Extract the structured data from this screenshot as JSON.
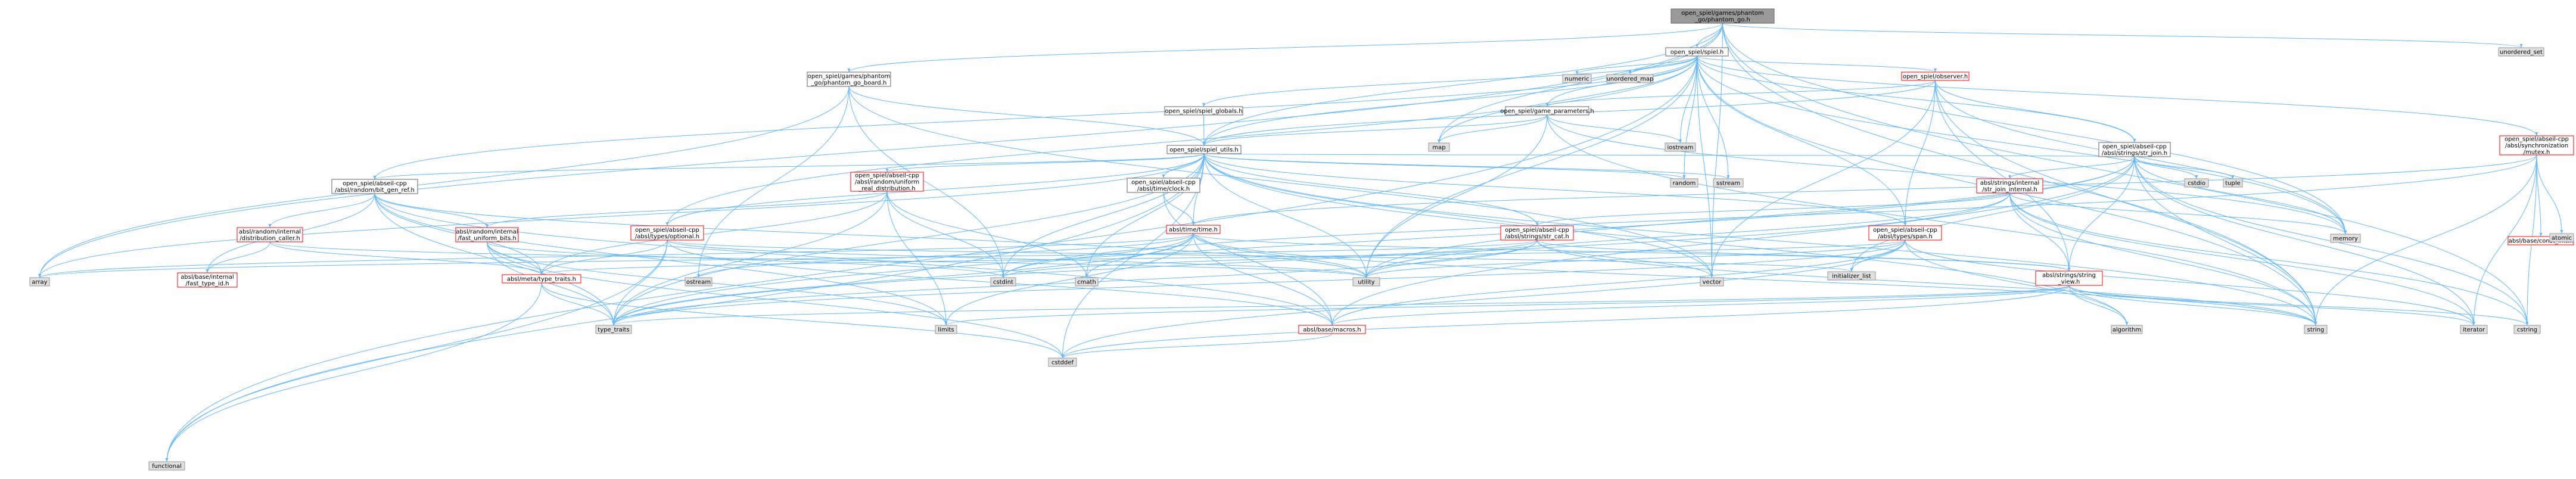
{
  "colors": {
    "root_fill": "#999999",
    "root_stroke": "#666666",
    "node_fill": "#ffffff",
    "node_stroke_linked": "#ff0000",
    "node_stroke_plain": "#666666",
    "external_fill": "#e0e0e0",
    "external_stroke": "#999999",
    "edge": "#63b8ff",
    "background": "#ffffff"
  },
  "graph": {
    "root": "open_spiel/games/phantom_go/phantom_go.h",
    "nodes": [
      {
        "id": "root",
        "lines": [
          "open_spiel/games/phantom",
          "_go/phantom_go.h"
        ],
        "kind": "root"
      },
      {
        "id": "spiel",
        "lines": [
          "open_spiel/spiel.h"
        ],
        "kind": "plain"
      },
      {
        "id": "unordered_set",
        "lines": [
          "unordered_set"
        ],
        "kind": "external"
      },
      {
        "id": "pgboard",
        "lines": [
          "open_spiel/games/phantom",
          "_go/phantom_go_board.h"
        ],
        "kind": "plain"
      },
      {
        "id": "numeric",
        "lines": [
          "numeric"
        ],
        "kind": "external"
      },
      {
        "id": "unordered_map",
        "lines": [
          "unordered_map"
        ],
        "kind": "external"
      },
      {
        "id": "functional",
        "lines": [
          "functional"
        ],
        "kind": "external"
      },
      {
        "id": "observer",
        "lines": [
          "open_spiel/observer.h"
        ],
        "kind": "linked"
      },
      {
        "id": "globals",
        "lines": [
          "open_spiel/spiel_globals.h"
        ],
        "kind": "plain"
      },
      {
        "id": "game_params",
        "lines": [
          "open_spiel/game_parameters.h"
        ],
        "kind": "plain"
      },
      {
        "id": "spiel_utils",
        "lines": [
          "open_spiel/spiel_utils.h"
        ],
        "kind": "plain"
      },
      {
        "id": "map",
        "lines": [
          "map"
        ],
        "kind": "external"
      },
      {
        "id": "iostream",
        "lines": [
          "iostream"
        ],
        "kind": "external"
      },
      {
        "id": "str_join",
        "lines": [
          "open_spiel/abseil-cpp",
          "/absl/strings/str_join.h"
        ],
        "kind": "plain"
      },
      {
        "id": "mutex",
        "lines": [
          "open_spiel/abseil-cpp",
          "/absl/synchronization",
          "/mutex.h"
        ],
        "kind": "linked"
      },
      {
        "id": "random",
        "lines": [
          "random"
        ],
        "kind": "external"
      },
      {
        "id": "sstream",
        "lines": [
          "sstream"
        ],
        "kind": "external"
      },
      {
        "id": "bit_gen_ref",
        "lines": [
          "open_spiel/abseil-cpp",
          "/absl/random/bit_gen_ref.h"
        ],
        "kind": "plain"
      },
      {
        "id": "uniform_real",
        "lines": [
          "open_spiel/abseil-cpp",
          "/absl/random/uniform",
          "_real_distribution.h"
        ],
        "kind": "linked"
      },
      {
        "id": "clock",
        "lines": [
          "open_spiel/abseil-cpp",
          "/absl/time/clock.h"
        ],
        "kind": "plain"
      },
      {
        "id": "optional",
        "lines": [
          "open_spiel/abseil-cpp",
          "/absl/types/optional.h"
        ],
        "kind": "linked"
      },
      {
        "id": "str_cat",
        "lines": [
          "open_spiel/abseil-cpp",
          "/absl/strings/str_cat.h"
        ],
        "kind": "linked"
      },
      {
        "id": "span",
        "lines": [
          "open_spiel/abseil-cpp",
          "/absl/types/span.h"
        ],
        "kind": "linked"
      },
      {
        "id": "str_join_internal",
        "lines": [
          "absl/strings/internal",
          "/str_join_internal.h"
        ],
        "kind": "linked"
      },
      {
        "id": "cstdio",
        "lines": [
          "cstdio"
        ],
        "kind": "external"
      },
      {
        "id": "tuple",
        "lines": [
          "tuple"
        ],
        "kind": "external"
      },
      {
        "id": "distribution_caller",
        "lines": [
          "absl/random/internal",
          "/distribution_caller.h"
        ],
        "kind": "linked"
      },
      {
        "id": "fast_uniform_bits",
        "lines": [
          "absl/random/internal",
          "/fast_uniform_bits.h"
        ],
        "kind": "linked"
      },
      {
        "id": "time",
        "lines": [
          "absl/time/time.h"
        ],
        "kind": "linked"
      },
      {
        "id": "memory",
        "lines": [
          "memory"
        ],
        "kind": "external"
      },
      {
        "id": "call_once",
        "lines": [
          "absl/base/const_init.h"
        ],
        "kind": "linked"
      },
      {
        "id": "atomic",
        "lines": [
          "atomic"
        ],
        "kind": "external"
      },
      {
        "id": "string_view",
        "lines": [
          "absl/strings/string",
          "_view.h"
        ],
        "kind": "linked"
      },
      {
        "id": "fast_type_id",
        "lines": [
          "absl/base/internal",
          "/fast_type_id.h"
        ],
        "kind": "linked"
      },
      {
        "id": "type_traits_h",
        "lines": [
          "absl/meta/type_traits.h"
        ],
        "kind": "linked"
      },
      {
        "id": "array",
        "lines": [
          "array"
        ],
        "kind": "external"
      },
      {
        "id": "ostream",
        "lines": [
          "ostream"
        ],
        "kind": "external"
      },
      {
        "id": "cstdint",
        "lines": [
          "cstdint"
        ],
        "kind": "external"
      },
      {
        "id": "cmath",
        "lines": [
          "cmath"
        ],
        "kind": "external"
      },
      {
        "id": "utility",
        "lines": [
          "utility"
        ],
        "kind": "external"
      },
      {
        "id": "vector",
        "lines": [
          "vector"
        ],
        "kind": "external"
      },
      {
        "id": "initializer_list",
        "lines": [
          "initializer_list"
        ],
        "kind": "external"
      },
      {
        "id": "macros",
        "lines": [
          "absl/base/macros.h"
        ],
        "kind": "linked"
      },
      {
        "id": "type_traits",
        "lines": [
          "type_traits"
        ],
        "kind": "external"
      },
      {
        "id": "limits",
        "lines": [
          "limits"
        ],
        "kind": "external"
      },
      {
        "id": "algorithm",
        "lines": [
          "algorithm"
        ],
        "kind": "external"
      },
      {
        "id": "string",
        "lines": [
          "string"
        ],
        "kind": "external"
      },
      {
        "id": "iterator",
        "lines": [
          "iterator"
        ],
        "kind": "external"
      },
      {
        "id": "cstring",
        "lines": [
          "cstring"
        ],
        "kind": "external"
      },
      {
        "id": "cstddef",
        "lines": [
          "cstddef"
        ],
        "kind": "external"
      }
    ],
    "edges": [
      [
        "root",
        "spiel"
      ],
      [
        "root",
        "unordered_set"
      ],
      [
        "root",
        "pgboard"
      ],
      [
        "root",
        "array"
      ],
      [
        "root",
        "map"
      ],
      [
        "root",
        "vector"
      ],
      [
        "root",
        "string"
      ],
      [
        "root",
        "memory"
      ],
      [
        "root",
        "cstring"
      ],
      [
        "root",
        "spiel_utils"
      ],
      [
        "spiel",
        "numeric"
      ],
      [
        "spiel",
        "unordered_map"
      ],
      [
        "spiel",
        "functional"
      ],
      [
        "spiel",
        "observer"
      ],
      [
        "spiel",
        "globals"
      ],
      [
        "spiel",
        "game_params"
      ],
      [
        "spiel",
        "spiel_utils"
      ],
      [
        "spiel",
        "map"
      ],
      [
        "spiel",
        "iostream"
      ],
      [
        "spiel",
        "str_join"
      ],
      [
        "spiel",
        "mutex"
      ],
      [
        "spiel",
        "random"
      ],
      [
        "spiel",
        "sstream"
      ],
      [
        "spiel",
        "bit_gen_ref"
      ],
      [
        "spiel",
        "optional"
      ],
      [
        "spiel",
        "span"
      ],
      [
        "spiel",
        "string"
      ],
      [
        "spiel",
        "memory"
      ],
      [
        "spiel",
        "vector"
      ],
      [
        "spiel",
        "utility"
      ],
      [
        "pgboard",
        "spiel_utils"
      ],
      [
        "pgboard",
        "array"
      ],
      [
        "pgboard",
        "cstdint"
      ],
      [
        "pgboard",
        "ostream"
      ],
      [
        "pgboard",
        "vector"
      ],
      [
        "observer",
        "game_params"
      ],
      [
        "observer",
        "spiel_utils"
      ],
      [
        "observer",
        "str_join"
      ],
      [
        "observer",
        "span"
      ],
      [
        "observer",
        "string_view"
      ],
      [
        "observer",
        "memory"
      ],
      [
        "observer",
        "string"
      ],
      [
        "observer",
        "vector"
      ],
      [
        "globals",
        "spiel_utils"
      ],
      [
        "game_params",
        "spiel_utils"
      ],
      [
        "game_params",
        "map"
      ],
      [
        "game_params",
        "iostream"
      ],
      [
        "game_params",
        "string"
      ],
      [
        "game_params",
        "memory"
      ],
      [
        "game_params",
        "utility"
      ],
      [
        "spiel_utils",
        "random"
      ],
      [
        "spiel_utils",
        "sstream"
      ],
      [
        "spiel_utils",
        "bit_gen_ref"
      ],
      [
        "spiel_utils",
        "uniform_real"
      ],
      [
        "spiel_utils",
        "clock"
      ],
      [
        "spiel_utils",
        "optional"
      ],
      [
        "spiel_utils",
        "str_cat"
      ],
      [
        "spiel_utils",
        "span"
      ],
      [
        "spiel_utils",
        "str_join"
      ],
      [
        "spiel_utils",
        "array"
      ],
      [
        "spiel_utils",
        "functional"
      ],
      [
        "spiel_utils",
        "cstdint"
      ],
      [
        "spiel_utils",
        "cmath"
      ],
      [
        "spiel_utils",
        "utility"
      ],
      [
        "spiel_utils",
        "vector"
      ],
      [
        "spiel_utils",
        "type_traits"
      ],
      [
        "spiel_utils",
        "algorithm"
      ],
      [
        "spiel_utils",
        "string"
      ],
      [
        "spiel_utils",
        "cstddef"
      ],
      [
        "spiel_utils",
        "time"
      ],
      [
        "str_join",
        "str_join_internal"
      ],
      [
        "str_join",
        "cstdio"
      ],
      [
        "str_join",
        "tuple"
      ],
      [
        "str_join",
        "string_view"
      ],
      [
        "str_join",
        "macros"
      ],
      [
        "str_join",
        "cstring"
      ],
      [
        "str_join",
        "iterator"
      ],
      [
        "str_join",
        "initializer_list"
      ],
      [
        "str_join",
        "string"
      ],
      [
        "str_join",
        "type_traits"
      ],
      [
        "str_join",
        "utility"
      ],
      [
        "str_join",
        "memory"
      ],
      [
        "mutex",
        "call_once"
      ],
      [
        "mutex",
        "atomic"
      ],
      [
        "mutex",
        "time"
      ],
      [
        "mutex",
        "cstdint"
      ],
      [
        "mutex",
        "cstring"
      ],
      [
        "mutex",
        "iterator"
      ],
      [
        "mutex",
        "string"
      ],
      [
        "bit_gen_ref",
        "distribution_caller"
      ],
      [
        "bit_gen_ref",
        "fast_uniform_bits"
      ],
      [
        "bit_gen_ref",
        "fast_type_id"
      ],
      [
        "bit_gen_ref",
        "type_traits_h"
      ],
      [
        "bit_gen_ref",
        "macros"
      ],
      [
        "bit_gen_ref",
        "limits"
      ],
      [
        "bit_gen_ref",
        "type_traits"
      ],
      [
        "bit_gen_ref",
        "utility"
      ],
      [
        "uniform_real",
        "fast_uniform_bits"
      ],
      [
        "uniform_real",
        "type_traits_h"
      ],
      [
        "uniform_real",
        "cmath"
      ],
      [
        "uniform_real",
        "cstdint"
      ],
      [
        "uniform_real",
        "limits"
      ],
      [
        "uniform_real",
        "type_traits"
      ],
      [
        "clock",
        "time"
      ],
      [
        "clock",
        "macros"
      ],
      [
        "optional",
        "type_traits_h"
      ],
      [
        "optional",
        "utility"
      ],
      [
        "optional",
        "functional"
      ],
      [
        "optional",
        "initializer_list"
      ],
      [
        "optional",
        "type_traits"
      ],
      [
        "optional",
        "macros"
      ],
      [
        "str_cat",
        "string_view"
      ],
      [
        "str_cat",
        "array"
      ],
      [
        "str_cat",
        "cstdint"
      ],
      [
        "str_cat",
        "string"
      ],
      [
        "str_cat",
        "type_traits"
      ],
      [
        "str_cat",
        "utility"
      ],
      [
        "str_cat",
        "vector"
      ],
      [
        "span",
        "type_traits_h"
      ],
      [
        "span",
        "macros"
      ],
      [
        "span",
        "algorithm"
      ],
      [
        "span",
        "cstddef"
      ],
      [
        "span",
        "initializer_list"
      ],
      [
        "span",
        "iterator"
      ],
      [
        "span",
        "type_traits"
      ],
      [
        "span",
        "utility"
      ],
      [
        "str_join_internal",
        "string_view"
      ],
      [
        "str_join_internal",
        "str_cat"
      ],
      [
        "str_join_internal",
        "cstring"
      ],
      [
        "str_join_internal",
        "iterator"
      ],
      [
        "str_join_internal",
        "memory"
      ],
      [
        "str_join_internal",
        "string"
      ],
      [
        "str_join_internal",
        "type_traits"
      ],
      [
        "str_join_internal",
        "utility"
      ],
      [
        "distribution_caller",
        "fast_type_id"
      ],
      [
        "distribution_caller",
        "type_traits_h"
      ],
      [
        "distribution_caller",
        "utility"
      ],
      [
        "fast_uniform_bits",
        "type_traits_h"
      ],
      [
        "fast_uniform_bits",
        "cstddef"
      ],
      [
        "fast_uniform_bits",
        "cstdint"
      ],
      [
        "fast_uniform_bits",
        "limits"
      ],
      [
        "fast_uniform_bits",
        "type_traits"
      ],
      [
        "time",
        "string_view"
      ],
      [
        "time",
        "macros"
      ],
      [
        "time",
        "cmath"
      ],
      [
        "time",
        "cstdint"
      ],
      [
        "time",
        "ostream"
      ],
      [
        "time",
        "string"
      ],
      [
        "time",
        "type_traits"
      ],
      [
        "time",
        "utility"
      ],
      [
        "time",
        "limits"
      ],
      [
        "time",
        "array"
      ],
      [
        "string_view",
        "macros"
      ],
      [
        "string_view",
        "type_traits"
      ],
      [
        "string_view",
        "algorithm"
      ],
      [
        "string_view",
        "cstddef"
      ],
      [
        "string_view",
        "cstring"
      ],
      [
        "string_view",
        "iterator"
      ],
      [
        "string_view",
        "limits"
      ],
      [
        "string_view",
        "string"
      ],
      [
        "type_traits_h",
        "type_traits"
      ],
      [
        "type_traits_h",
        "cstddef"
      ],
      [
        "type_traits_h",
        "functional"
      ],
      [
        "macros",
        "cstddef"
      ]
    ]
  }
}
